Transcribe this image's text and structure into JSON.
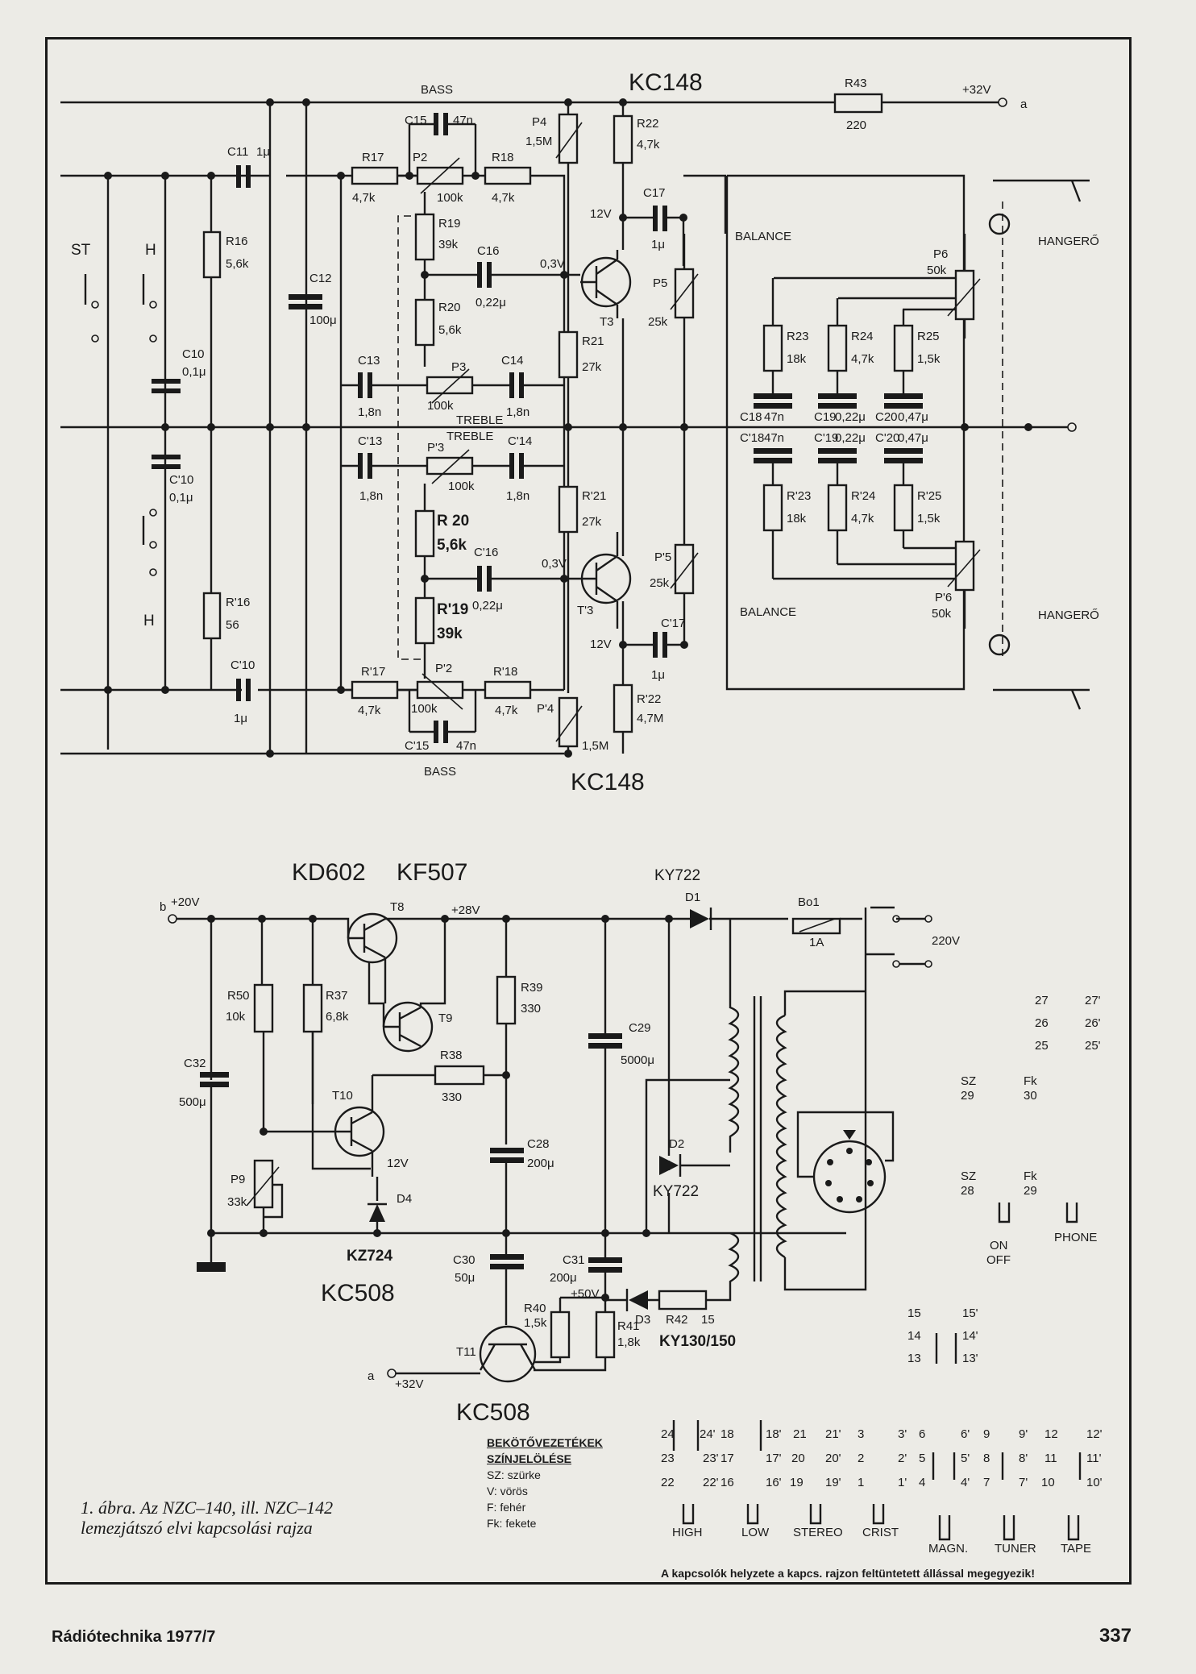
{
  "caption": "1. ábra. Az NZC–140, ill. NZC–142 lemezjátszó elvi kapcsolási rajza",
  "footer": {
    "journal": "Rádiótechnika 1977/7",
    "page": "337"
  },
  "note": "A kapcsolók helyzete a kapcs. rajzon feltüntetett állással megegyezik!",
  "legend": {
    "title_1": "BEKÖTŐVEZETÉKEK",
    "title_2": "SZÍNJELÖLÉSE",
    "rows": [
      "SZ: szürke",
      "V: vörös",
      "F: fehér",
      "Fk: fekete"
    ]
  },
  "labels": {
    "kc148_top": "KC148",
    "kc148_bot": "KC148",
    "kd602": "KD602",
    "kf507": "KF507",
    "ky722_top": "KY722",
    "ky722_bot": "KY722",
    "kz724": "KZ724",
    "kc508_left": "KC508",
    "kc508_bot": "KC508",
    "ky130": "KY130/150",
    "bass_top": "BASS",
    "bass_bot": "BASS",
    "treble_1": "TREBLE",
    "treble_2": "TREBLE",
    "balance_1": "BALANCE",
    "balance_2": "BALANCE",
    "hangero_1": "HANGERŐ",
    "hangero_2": "HANGERŐ",
    "st": "ST",
    "h1": "H",
    "h2": "H",
    "v32": "+32V",
    "v32b": "+32V",
    "v20": "+20V",
    "v28": "+28V",
    "v220": "220V",
    "v50": "+50V",
    "node_a": "a",
    "node_a2": "a",
    "node_b": "b",
    "v12_1": "12V",
    "v12_2": "12V",
    "v12_3": "12V",
    "v03_1": "0,3V",
    "v03_2": "0,3V",
    "bo1": "Bo1",
    "fuse": "1A"
  },
  "components": {
    "R43": [
      "R43",
      "220"
    ],
    "R22": [
      "R22",
      "4,7k"
    ],
    "P4": [
      "P4",
      "1,5M"
    ],
    "C15": [
      "C15",
      "47n"
    ],
    "R17": [
      "R17",
      "4,7k"
    ],
    "P2": [
      "P2",
      "100k"
    ],
    "R18": [
      "R18",
      "4,7k"
    ],
    "C11": [
      "C11",
      "1μ"
    ],
    "R16": [
      "R16",
      "5,6k"
    ],
    "C12": [
      "C12",
      "100μ"
    ],
    "C17": [
      "C17",
      "1μ"
    ],
    "R19": [
      "R19",
      "39k"
    ],
    "C16": [
      "C16",
      "0,22μ"
    ],
    "R20": [
      "R20",
      "5,6k"
    ],
    "T3": [
      "T3",
      ""
    ],
    "P5": [
      "P5",
      "25k"
    ],
    "C10": [
      "C10",
      "0,1μ"
    ],
    "R21": [
      "R21",
      "27k"
    ],
    "C13": [
      "C13",
      "1,8n"
    ],
    "P3": [
      "P3",
      "100k"
    ],
    "C14": [
      "C14",
      "1,8n"
    ],
    "P6": [
      "P6",
      "50k"
    ],
    "R23": [
      "R23",
      "18k"
    ],
    "R24": [
      "R24",
      "4,7k"
    ],
    "R25": [
      "R25",
      "1,5k"
    ],
    "C18": [
      "C18",
      "47n"
    ],
    "C19": [
      "C19",
      "0,22μ"
    ],
    "C20": [
      "C20",
      "0,47μ"
    ],
    "C18b": [
      "C'18",
      "47n"
    ],
    "C19b": [
      "C'19",
      "0,22μ"
    ],
    "C20b": [
      "C'20",
      "0,47μ"
    ],
    "R23b": [
      "R'23",
      "18k"
    ],
    "R24b": [
      "R'24",
      "4,7k"
    ],
    "R25b": [
      "R'25",
      "1,5k"
    ],
    "C13b": [
      "C'13",
      "1,8n"
    ],
    "P3b": [
      "P'3",
      "100k"
    ],
    "C14b": [
      "C'14",
      "1,8n"
    ],
    "C10b": [
      "C'10",
      "0,1μ"
    ],
    "R21b": [
      "R'21",
      "27k"
    ],
    "R20b": [
      "R 20",
      "5,6k"
    ],
    "C16b": [
      "C'16",
      "0,22μ"
    ],
    "T3b": [
      "T'3",
      ""
    ],
    "P5b": [
      "P'5",
      "25k"
    ],
    "R19b": [
      "R'19",
      "39k"
    ],
    "R16b": [
      "R'16",
      "56"
    ],
    "C17b": [
      "C'17",
      "1μ"
    ],
    "P6b": [
      "P'6",
      "50k"
    ],
    "C11b": [
      "C'10",
      "1μ"
    ],
    "R17b": [
      "R'17",
      "4,7k"
    ],
    "P2b": [
      "P'2",
      "100k"
    ],
    "R18b": [
      "R'18",
      "4,7k"
    ],
    "P4b": [
      "P'4",
      "1,5M"
    ],
    "R22b": [
      "R'22",
      "4,7M"
    ],
    "C15b": [
      "C'15",
      "47n"
    ],
    "T8": [
      "T8",
      ""
    ],
    "T9": [
      "T9",
      ""
    ],
    "R50": [
      "R50",
      "10k"
    ],
    "R37": [
      "R37",
      "6,8k"
    ],
    "R39": [
      "R39",
      "330"
    ],
    "R38": [
      "R38",
      "330"
    ],
    "C29": [
      "C29",
      "5000μ"
    ],
    "C32": [
      "C32",
      "500μ"
    ],
    "T10": [
      "T10",
      ""
    ],
    "C28": [
      "C28",
      "200μ"
    ],
    "P9": [
      "P9",
      "33k"
    ],
    "D4": [
      "D4",
      ""
    ],
    "D1": [
      "D1",
      ""
    ],
    "D2": [
      "D2",
      ""
    ],
    "D3": [
      "D3",
      ""
    ],
    "C30": [
      "C30",
      "50μ"
    ],
    "C31": [
      "C31",
      "200μ"
    ],
    "R42": [
      "R42",
      "15"
    ],
    "R40": [
      "R40",
      "1,5k"
    ],
    "R41": [
      "R41",
      "1,8k"
    ],
    "T11": [
      "T11",
      ""
    ]
  },
  "switch_labels": {
    "high": "HIGH",
    "low": "LOW",
    "stereo": "STEREO",
    "crist": "CRIST",
    "magn": "MAGN.",
    "tuner": "TUNER",
    "tape": "TAPE",
    "on": "ON",
    "off": "OFF",
    "phone": "PHONE",
    "sz29": "SZ",
    "n29": "29",
    "fk30": "Fk",
    "n30": "30",
    "sz28": "SZ",
    "n28": "28",
    "fk29": "Fk",
    "n29b": "29",
    "pins": [
      "27",
      "27'",
      "26",
      "26'",
      "25",
      "25'",
      "15",
      "15'",
      "14",
      "14'",
      "13",
      "13'",
      "24",
      "24'",
      "23",
      "23'",
      "22",
      "22'",
      "18",
      "18'",
      "17",
      "17'",
      "16",
      "16'",
      "21",
      "21'",
      "20",
      "20'",
      "19",
      "19'",
      "3",
      "3'",
      "2",
      "2'",
      "1",
      "1'",
      "6",
      "6'",
      "5",
      "5'",
      "4",
      "4'",
      "9",
      "9'",
      "8",
      "8'",
      "7",
      "7'",
      "12",
      "12'",
      "11",
      "11'",
      "10",
      "10'"
    ]
  }
}
